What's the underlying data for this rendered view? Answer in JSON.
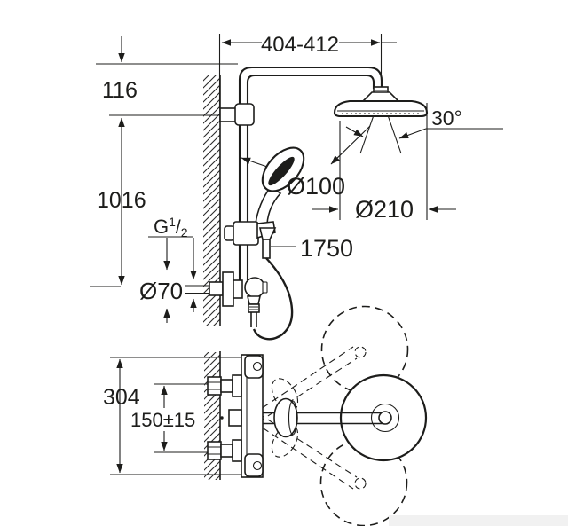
{
  "drawing": {
    "title": "Shower system dimensional drawing",
    "line_color": "#1d1d1b",
    "background": "#ffffff",
    "footer_strip_color": "#f1f1f1",
    "labels": {
      "top_width": "404-412",
      "arm_offset": "116",
      "pipe_height": "1016",
      "head_angle": "30°",
      "hand_shower_diameter": "Ø100",
      "head_shower_diameter": "Ø210",
      "hose_length": "1750",
      "thread_base": "G",
      "thread_sup": "1",
      "thread_slash": "/",
      "thread_sub": "2",
      "escutcheon_diameter": "Ø70",
      "mount_width": "304",
      "connection_spacing": "150±15"
    }
  }
}
